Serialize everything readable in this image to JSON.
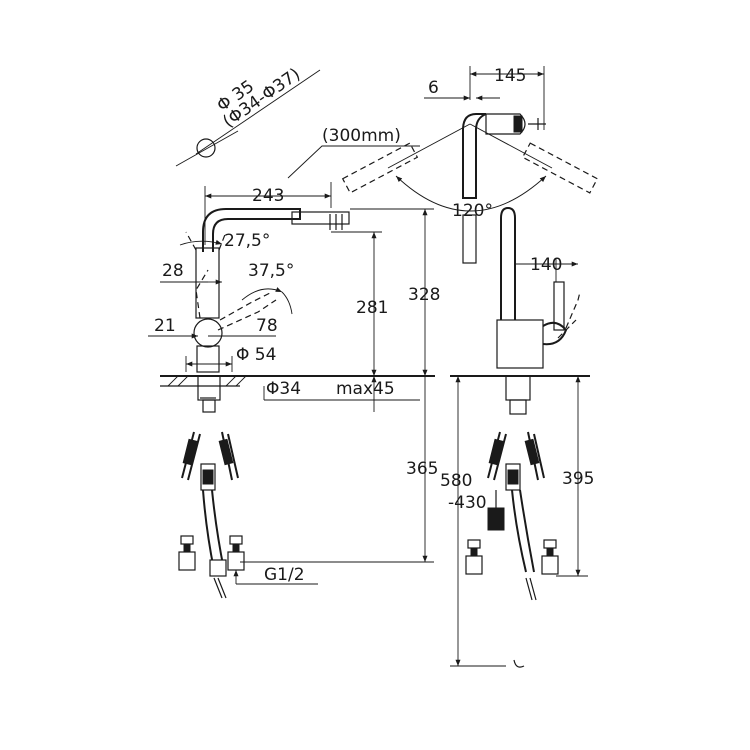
{
  "labels": {
    "dia35": "Φ 35",
    "dia34_37": "(Φ34-Φ37)",
    "hose_len": "(300mm)",
    "d243": "243",
    "a27_5": "27,5°",
    "d28": "28",
    "a37_5": "37,5°",
    "d281": "281",
    "d328": "328",
    "d21": "21",
    "d78": "78",
    "dia54": "Φ 54",
    "dia34": "Φ34",
    "max45": "max45",
    "d365": "365",
    "g12": "G1/2",
    "d6": "6",
    "d145": "145",
    "a120": "120°",
    "d140": "140",
    "d580": "580",
    "d430": "-430",
    "d395": "395"
  }
}
